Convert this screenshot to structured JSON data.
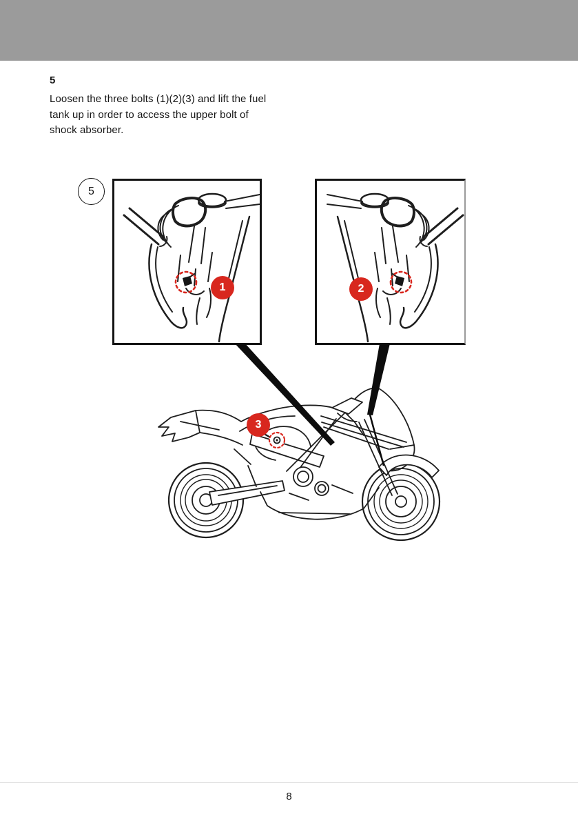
{
  "document": {
    "page_number": "8"
  },
  "step": {
    "number": "5",
    "instruction": "Loosen the three bolts (1)(2)(3) and lift the fuel tank up in order to access the upper bolt of shock absorber.",
    "lines": [
      "Loosen the three bolts (1)(2)(3) and lift the fuel",
      "tank up in order to access the upper bolt of",
      "shock absorber."
    ]
  },
  "figure": {
    "badge_label": "5",
    "callouts": [
      {
        "label": "1"
      },
      {
        "label": "2"
      },
      {
        "label": "3"
      }
    ]
  },
  "colors": {
    "header_bar": "#9b9b9b",
    "callout_red": "#d8271e",
    "line_art": "#1e1e1e",
    "footer_rule": "#dddddd"
  }
}
